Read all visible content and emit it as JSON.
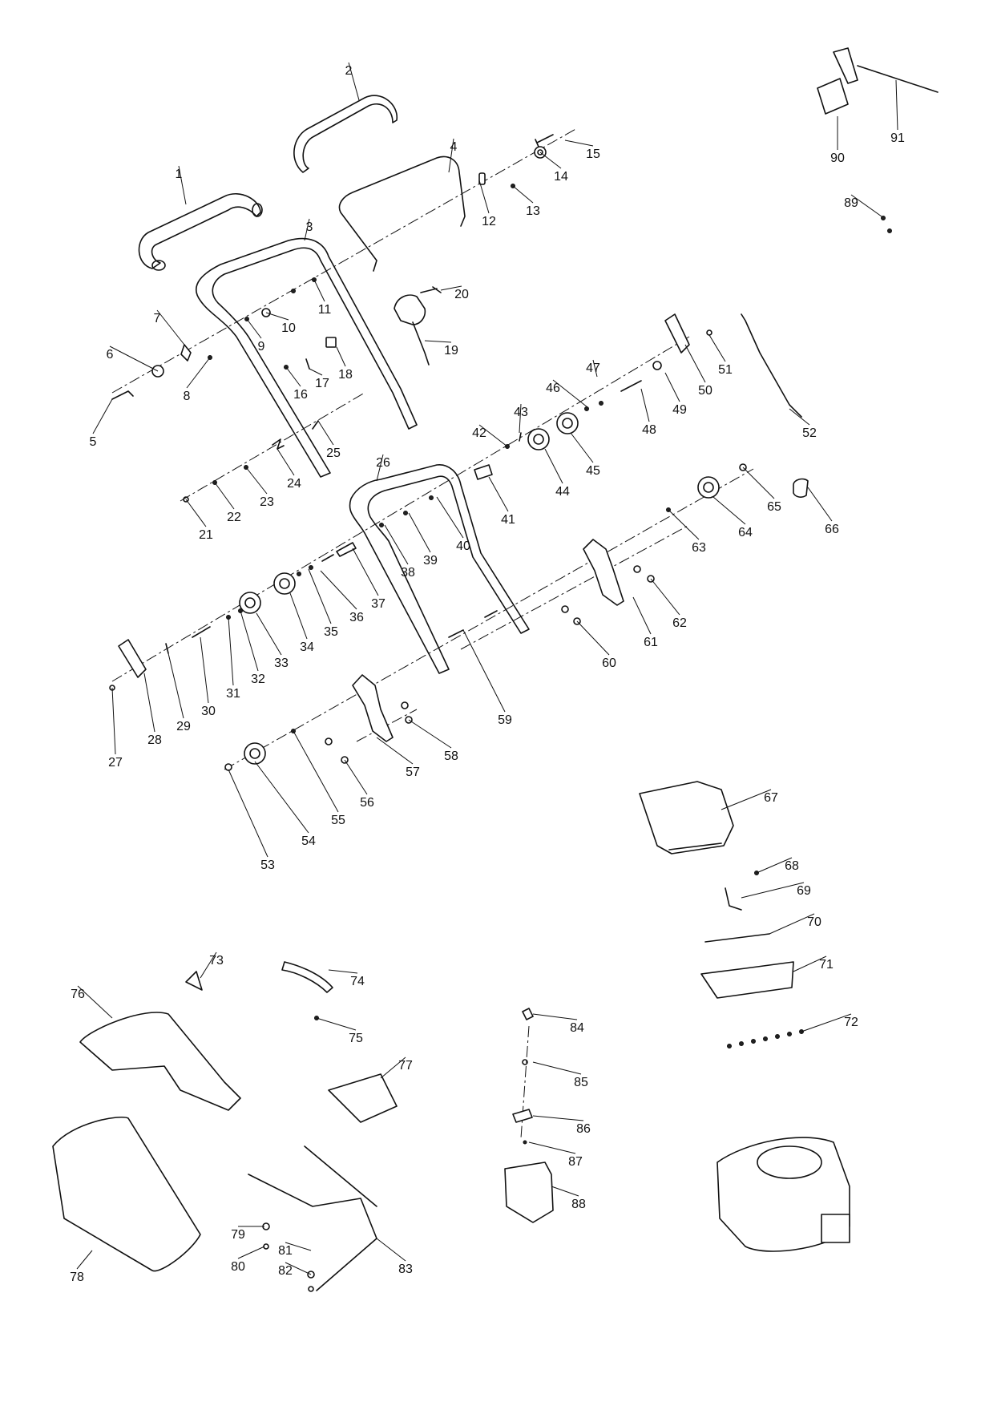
{
  "callouts": [
    "1",
    "2",
    "3",
    "4",
    "5",
    "6",
    "7",
    "8",
    "9",
    "10",
    "11",
    "12",
    "13",
    "14",
    "15",
    "16",
    "17",
    "18",
    "19",
    "20",
    "21",
    "22",
    "23",
    "24",
    "25",
    "26",
    "27",
    "28",
    "29",
    "30",
    "31",
    "32",
    "33",
    "34",
    "35",
    "36",
    "37",
    "38",
    "39",
    "40",
    "41",
    "42",
    "43",
    "44",
    "45",
    "46",
    "47",
    "48",
    "49",
    "50",
    "51",
    "52",
    "53",
    "54",
    "55",
    "56",
    "57",
    "58",
    "59",
    "60",
    "61",
    "62",
    "63",
    "64",
    "65",
    "66",
    "67",
    "68",
    "69",
    "70",
    "71",
    "72",
    "73",
    "74",
    "75",
    "76",
    "77",
    "78",
    "79",
    "80",
    "81",
    "82",
    "83",
    "84",
    "85",
    "86",
    "87",
    "88",
    "89",
    "90",
    "91"
  ],
  "icons": {
    "handle_grip": "grip-bar-icon",
    "handlebar": "handlebar-frame-icon",
    "wheel": "wheel-icon",
    "engine": "engine-icon",
    "grass_bag": "grass-bag-icon"
  }
}
